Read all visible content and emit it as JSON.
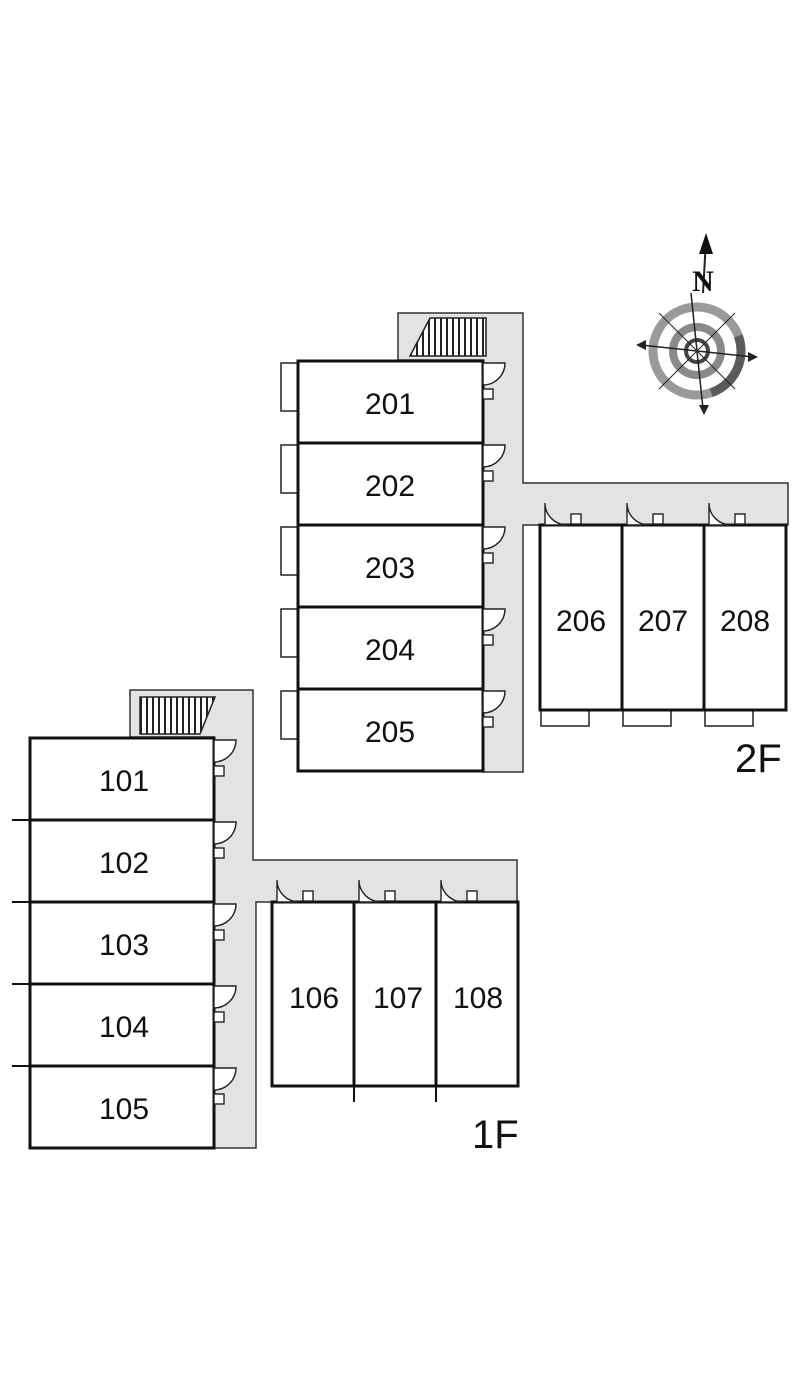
{
  "compass": {
    "north_label": "N"
  },
  "floors": [
    {
      "label": "2F",
      "units": [
        {
          "number": "201"
        },
        {
          "number": "202"
        },
        {
          "number": "203"
        },
        {
          "number": "204"
        },
        {
          "number": "205"
        },
        {
          "number": "206"
        },
        {
          "number": "207"
        },
        {
          "number": "208"
        }
      ]
    },
    {
      "label": "1F",
      "units": [
        {
          "number": "101"
        },
        {
          "number": "102"
        },
        {
          "number": "103"
        },
        {
          "number": "104"
        },
        {
          "number": "105"
        },
        {
          "number": "106"
        },
        {
          "number": "107"
        },
        {
          "number": "108"
        }
      ]
    }
  ],
  "colors": {
    "corridor": "#e3e3e3",
    "wall": "#111111",
    "compass_ring": "#9a9a9a"
  }
}
